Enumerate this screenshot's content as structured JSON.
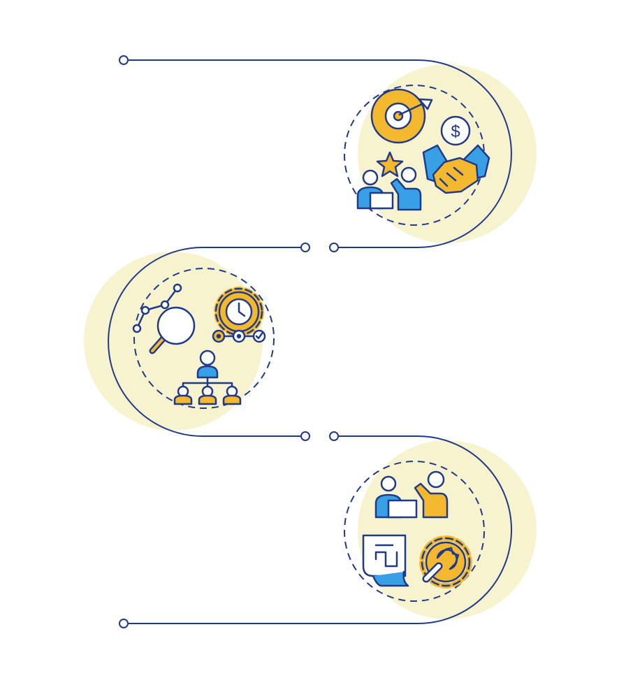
{
  "diagram": {
    "type": "infographic-timeline",
    "step_count": 3,
    "text_labels": []
  },
  "colors": {
    "line": "#1f3a8a",
    "blue": "#3aa0e6",
    "yellow": "#f4b82e",
    "pale_yellow": "#f8f3cf",
    "white": "#ffffff"
  },
  "steps": [
    {
      "side": "right",
      "icons": [
        "target-arrow-icon",
        "dollar-coin-icon",
        "star-icon",
        "handshake-icon",
        "mentor-presenting-icon"
      ]
    },
    {
      "side": "left",
      "icons": [
        "line-chart-icon",
        "magnifier-icon",
        "gear-clock-icon",
        "workflow-steps-icon",
        "hierarchy-team-icon"
      ]
    },
    {
      "side": "right",
      "icons": [
        "mentor-presenting-icon",
        "document-chart-icon",
        "gear-wrench-icon"
      ]
    }
  ]
}
